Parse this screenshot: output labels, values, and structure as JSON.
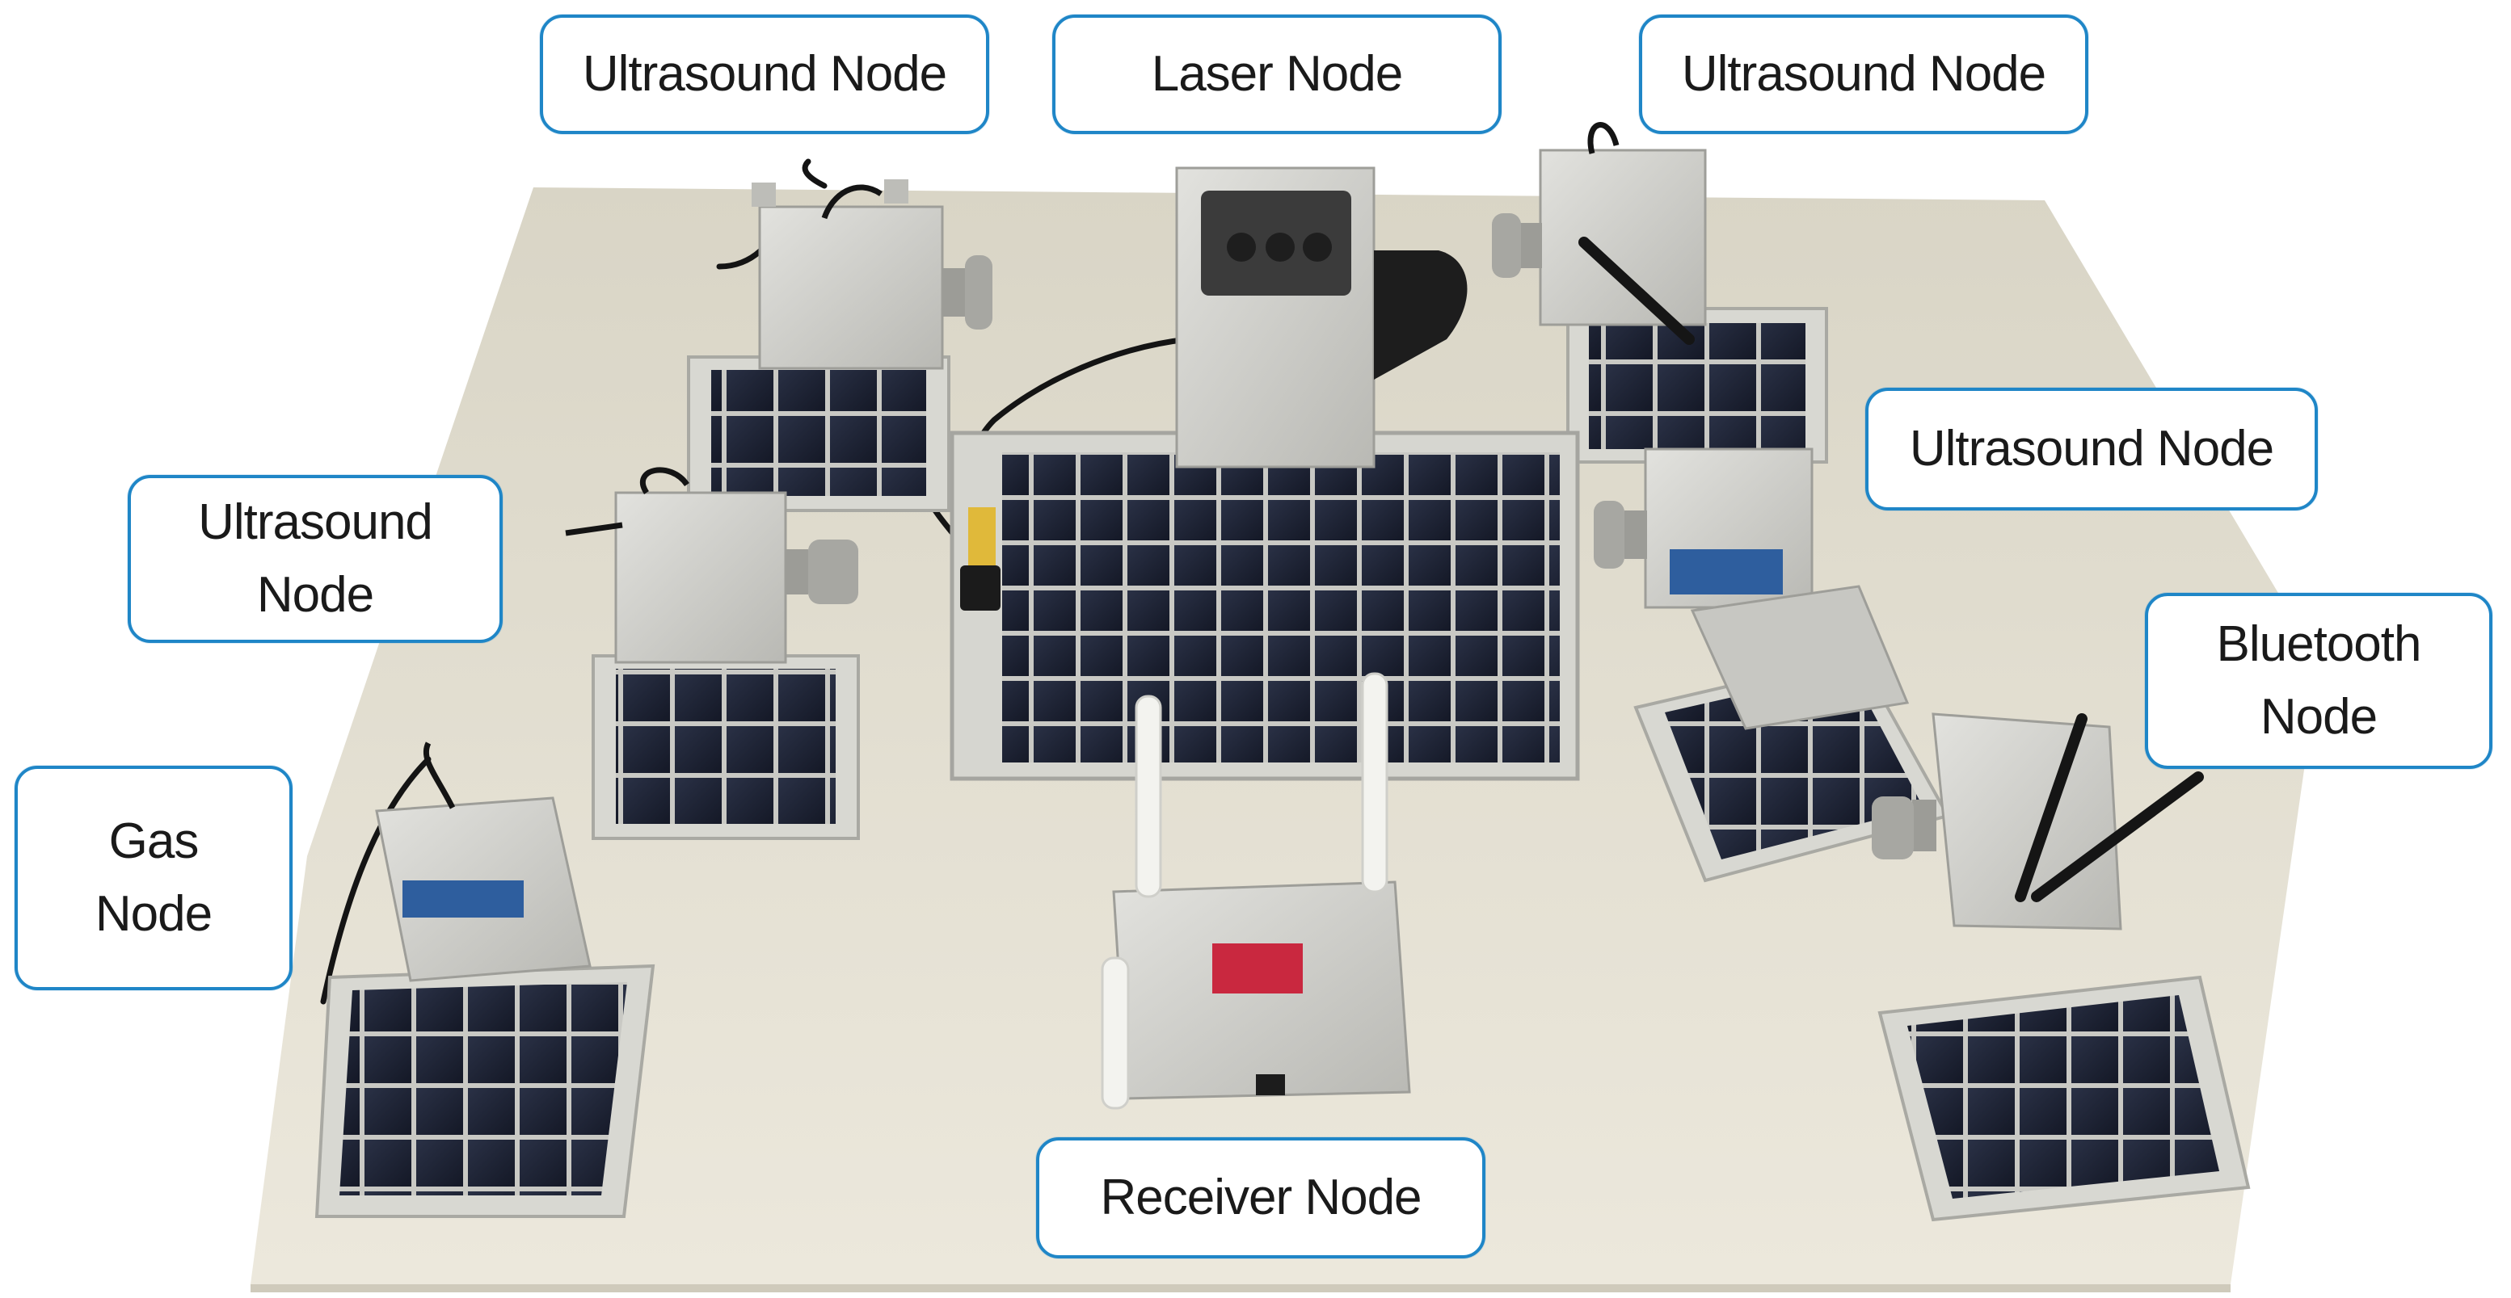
{
  "callouts": {
    "ultrasound_top_left": "Ultrasound Node",
    "laser": "Laser Node",
    "ultrasound_top_right": "Ultrasound Node",
    "ultrasound_mid_right": "Ultrasound Node",
    "ultrasound_left": "Ultrasound\nNode",
    "bluetooth": "Bluetooth\nNode",
    "gas": "Gas\nNode",
    "receiver": "Receiver Node"
  },
  "colors": {
    "callout_border": "#1f86c7",
    "board": "#e7e3d6",
    "solar_cell": "#1f2535",
    "enclosure": "#cfcfcb"
  },
  "icons": [
    "solar-panel-icon",
    "sensor-node-enclosure-icon",
    "antenna-icon",
    "ultrasound-transducer-icon"
  ]
}
